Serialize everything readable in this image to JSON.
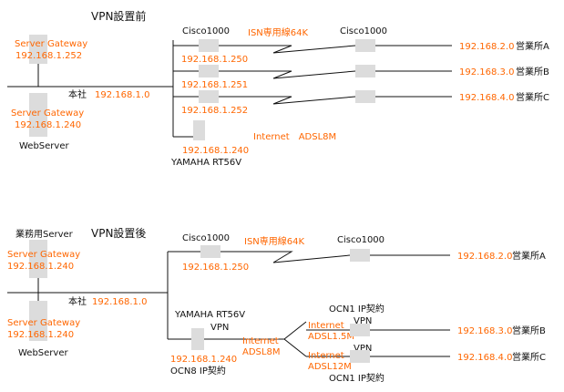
{
  "colors": {
    "line": "#111111",
    "device": "#dcdcdc",
    "address_text": "#ff6600",
    "label_text": "#111111"
  },
  "before": {
    "title": "VPN設置前",
    "gateway1_name": "Server Gateway",
    "gateway1_ip": "192.168.1.252",
    "gateway2_name": "Server Gateway",
    "gateway2_ip": "192.168.1.240",
    "webserver": "WebServer",
    "hq_label": "本社",
    "hq_net": "192.168.1.0",
    "router_hq_label": "Cisco1000",
    "router_branch_label": "Cisco1000",
    "isdn_label": "ISN専用線64K",
    "router_ips": [
      "192.168.1.250",
      "192.168.1.251",
      "192.168.1.252"
    ],
    "branch_nets": [
      "192.168.2.0",
      "192.168.3.0",
      "192.168.4.0"
    ],
    "branch_names": [
      "営業所A",
      "営業所B",
      "営業所C"
    ],
    "internet_ip": "192.168.1.240",
    "internet_label": "Internet　ADSL8M",
    "yamaha_label": "YAMAHA RT56V"
  },
  "after": {
    "title": "VPN設置後",
    "business_server": "業務用Server",
    "gateway1_name": "Server Gateway",
    "gateway1_ip": "192.168.1.240",
    "gateway2_name": "Server Gateway",
    "gateway2_ip": "192.168.1.240",
    "webserver": "WebServer",
    "hq_label": "本社",
    "hq_net": "192.168.1.0",
    "router_hq_label": "Cisco1000",
    "router_branch_label": "Cisco1000",
    "isdn_label": "ISN専用線64K",
    "router_ip": "192.168.1.250",
    "branch_a_net": "192.168.2.0",
    "branch_a_name": "営業所A",
    "yamaha_label": "YAMAHA RT56V",
    "vpn_label_hq": "VPN",
    "yamaha_ip": "192.168.1.240",
    "ocn8_label": "OCN8 IP契約",
    "internet_line1": "Internet",
    "internet_line2": "ADSL8M",
    "ocn1_top": "OCN1 IP契約",
    "vpn_label_b": "VPN",
    "vpn_label_c": "VPN",
    "internet_b_line1": "Internet",
    "internet_b_line2": "ADSL1.5M",
    "internet_c_line1": "Internet",
    "internet_c_line2": "ADSL12M",
    "ocn1_bottom": "OCN1 IP契約",
    "branch_b_net": "192.168.3.0",
    "branch_b_name": "営業所B",
    "branch_c_net": "192.168.4.0",
    "branch_c_name": "営業所C"
  }
}
